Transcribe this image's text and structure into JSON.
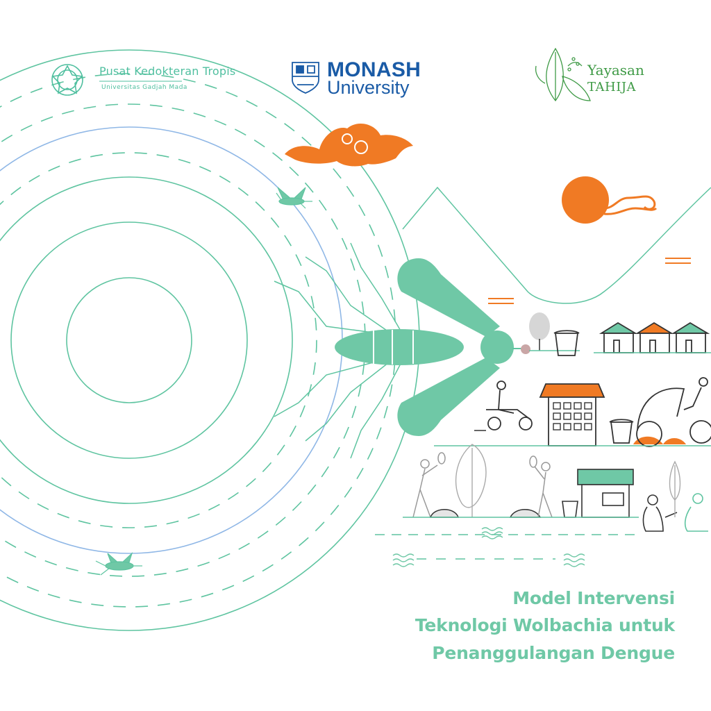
{
  "logos": {
    "pkt_name": "Pusat Kedokteran Tropis",
    "pkt_sub": "Universitas Gadjah Mada",
    "monash_line1": "MONASH",
    "monash_line2": "University",
    "tahija_line1": "Yayasan",
    "tahija_line2": "TAHIJA"
  },
  "title": {
    "line1": "Model Intervensi",
    "line2": "Teknologi Wolbachia untuk",
    "line3": "Penanggulangan Dengue"
  },
  "colors": {
    "accent_green": "#6fc8a6",
    "line_green": "#5ec4a0",
    "orange": "#f07a24",
    "monash_blue": "#1a5ba6",
    "tahija_green": "#3f9a46"
  }
}
